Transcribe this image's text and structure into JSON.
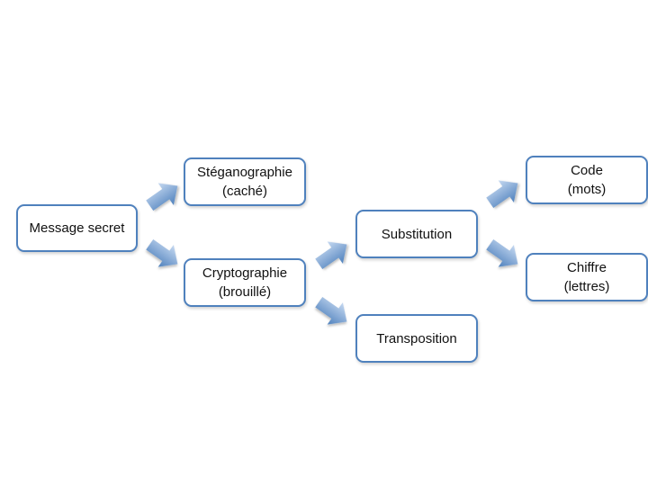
{
  "diagram": {
    "nodes": {
      "message_secret": {
        "line1": "Message secret"
      },
      "steganographie": {
        "line1": "Stéganographie",
        "line2": "(caché)"
      },
      "cryptographie": {
        "line1": "Cryptographie",
        "line2": "(brouillé)"
      },
      "substitution": {
        "line1": "Substitution"
      },
      "transposition": {
        "line1": "Transposition"
      },
      "code": {
        "line1": "Code",
        "line2": "(mots)"
      },
      "chiffre": {
        "line1": "Chiffre",
        "line2": "(lettres)"
      }
    },
    "edges": [
      {
        "from": "message_secret",
        "to": "steganographie"
      },
      {
        "from": "message_secret",
        "to": "cryptographie"
      },
      {
        "from": "cryptographie",
        "to": "substitution"
      },
      {
        "from": "cryptographie",
        "to": "transposition"
      },
      {
        "from": "substitution",
        "to": "code"
      },
      {
        "from": "substitution",
        "to": "chiffre"
      }
    ],
    "colors": {
      "border": "#4f81bd",
      "arrow_light": "#c6d9f1",
      "arrow_dark": "#4f81bd",
      "text": "#111111"
    }
  }
}
